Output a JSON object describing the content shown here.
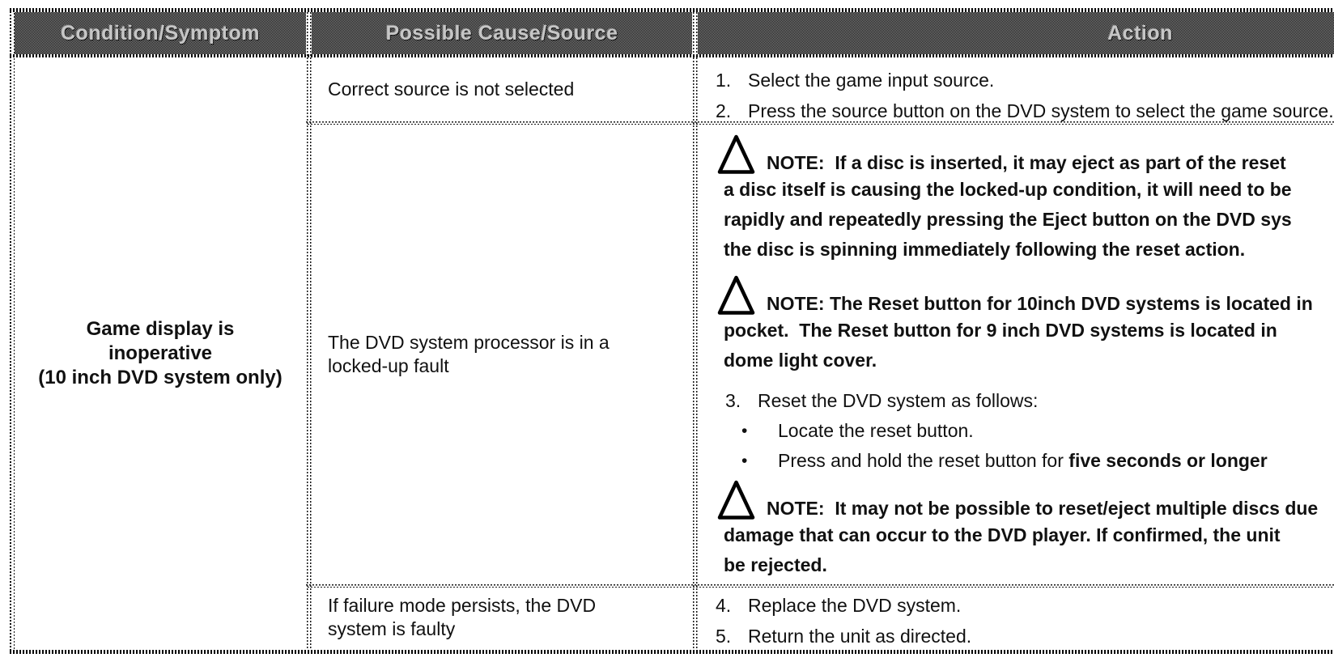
{
  "header": {
    "condition": "Condition/Symptom",
    "cause": "Possible Cause/Source",
    "action": "Action"
  },
  "condition_cell": {
    "line1": "Game display is",
    "line2": "inoperative",
    "line3": "(10 inch DVD system only)"
  },
  "row1": {
    "cause": "Correct source is not selected",
    "steps": [
      {
        "num": "1.",
        "text": "Select the game input source."
      },
      {
        "num": "2.",
        "text": "Press the source button on the DVD system to select the game source."
      }
    ]
  },
  "row2": {
    "cause": {
      "line1": "The DVD system processor is in a",
      "line2": "locked-up fault"
    },
    "note1": {
      "line1": "NOTE:  If a disc is inserted, it may eject as part of the reset",
      "line2": "a disc itself is causing the locked-up condition, it will need to be",
      "line3": "rapidly and repeatedly pressing the Eject button on the DVD sys",
      "line4": "the disc is spinning immediately following the reset action."
    },
    "note2": {
      "line1": "NOTE: The Reset button for 10inch DVD systems is located in",
      "line2": "pocket.  The Reset button for 9 inch DVD systems is located in",
      "line3": "dome light cover."
    },
    "step3": {
      "num": "3.",
      "text": "Reset the DVD system as follows:"
    },
    "bullets": [
      {
        "bullet": "•",
        "text_regular": "Locate the reset button.",
        "text_bold": ""
      },
      {
        "bullet": "•",
        "text_regular": "Press and hold the reset button for ",
        "text_bold": "five seconds or longer"
      }
    ],
    "note3": {
      "line1": "NOTE:  It may not be possible to reset/eject multiple discs due",
      "line2": "damage that can occur to the DVD player. If confirmed, the unit",
      "line3": "be rejected."
    }
  },
  "row3": {
    "cause": {
      "line1": "If failure mode persists, the DVD",
      "line2": "system is faulty"
    },
    "steps": [
      {
        "num": "4.",
        "text": "Replace the DVD system."
      },
      {
        "num": "5.",
        "text": "Return the unit as directed."
      }
    ]
  }
}
